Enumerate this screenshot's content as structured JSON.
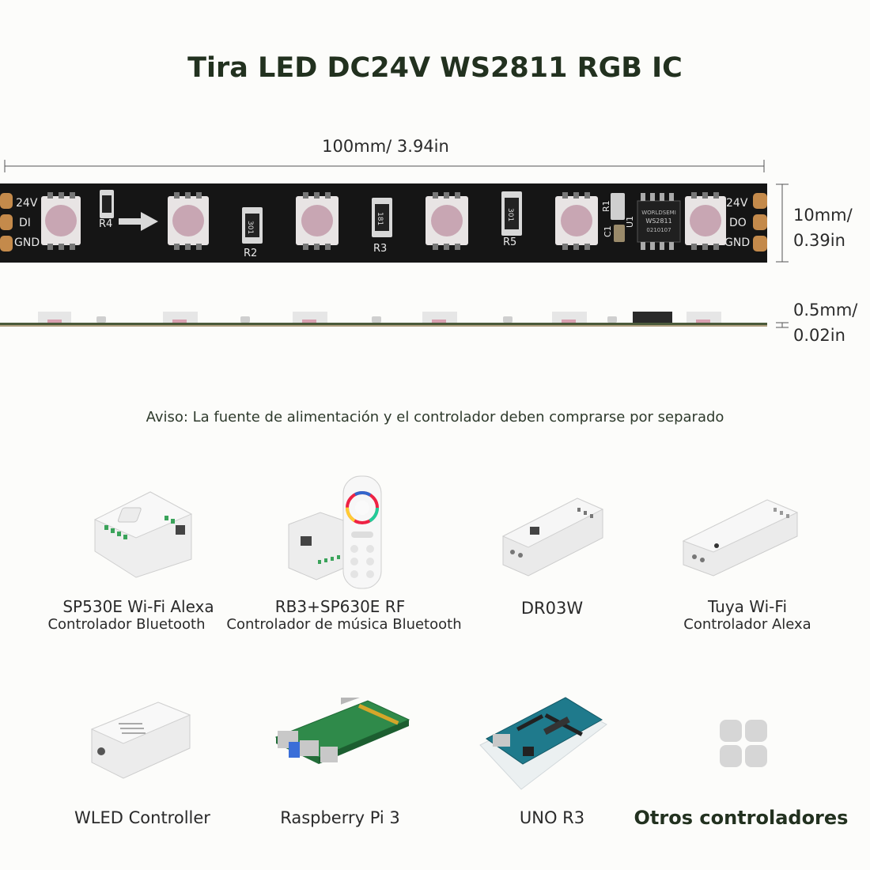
{
  "title": "Tira LED DC24V WS2811 RGB IC",
  "dimensions": {
    "length": "100mm/ 3.94in",
    "width_mm": "10mm/",
    "width_in": "0.39in",
    "thickness_mm": "0.5mm/",
    "thickness_in": "0.02in"
  },
  "strip_labels": {
    "left_24v": "24V",
    "left_di": "DI",
    "left_gnd": "GND",
    "right_24v": "24V",
    "right_do": "DO",
    "right_gnd": "GND",
    "r1": "R1",
    "r2": "R2",
    "r3": "R3",
    "r4": "R4",
    "r5": "R5",
    "c1": "C1",
    "u1": "U1",
    "res_value": "301",
    "res_value2": "181",
    "ic_brand": "WORLDSEMI",
    "ic_model": "WS2811",
    "ic_code": "0210107"
  },
  "notice": "Aviso: La fuente de alimentación y el controlador deben comprarse por separado",
  "controllers": [
    {
      "line1": "SP530E Wi-Fi Alexa",
      "line2": "Controlador Bluetooth"
    },
    {
      "line1": "RB3+SP630E RF",
      "line2": "Controlador de música Bluetooth"
    },
    {
      "line1": "DR03W"
    },
    {
      "line1": "Tuya Wi-Fi",
      "line2": "Controlador Alexa"
    },
    {
      "line1": "WLED Controller"
    },
    {
      "line1": "Raspberry Pi 3"
    },
    {
      "line1": "UNO R3"
    },
    {
      "line1": "Otros controladores"
    }
  ]
}
